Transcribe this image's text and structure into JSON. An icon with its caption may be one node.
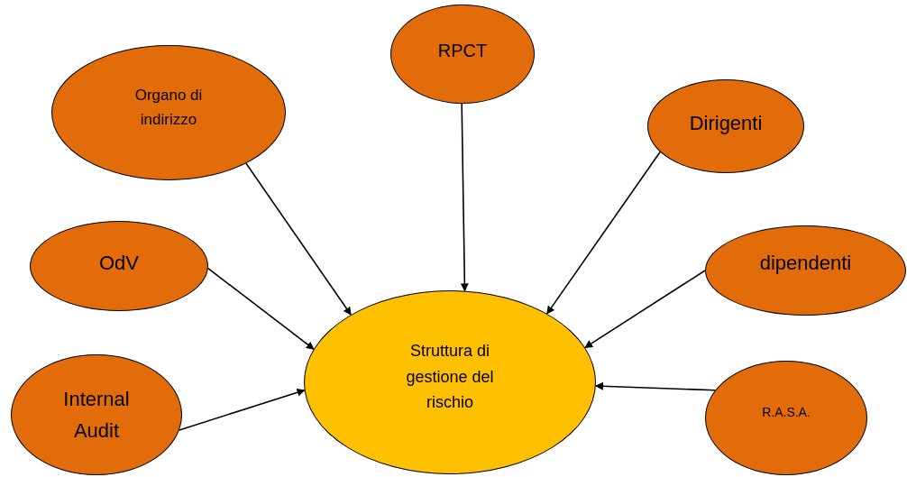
{
  "diagram": {
    "nodes": [
      {
        "text": [
          "RPCT"
        ]
      },
      {
        "text": [
          "Organo di indirizzo"
        ]
      },
      {
        "text": [
          "Dirigenti"
        ]
      },
      {
        "text": [
          "OdV"
        ]
      },
      {
        "text": [
          "dipendenti"
        ]
      },
      {
        "text": [
          "Struttura di gestione del rischio"
        ]
      },
      {
        "text": [
          "Internal Audit"
        ]
      },
      {
        "text": [
          "R.A.S.A."
        ]
      }
    ],
    "edges": [
      {
        "from": 0,
        "to": 5,
        "arrow": "to"
      },
      {
        "from": 1,
        "to": 5,
        "arrow": "to"
      },
      {
        "from": 2,
        "to": 5,
        "arrow": "to"
      },
      {
        "from": 3,
        "to": 5,
        "arrow": "to"
      },
      {
        "from": 4,
        "to": 5,
        "arrow": "to"
      },
      {
        "from": 6,
        "to": 5,
        "arrow": "to"
      },
      {
        "from": 7,
        "to": 5,
        "arrow": "to"
      }
    ]
  }
}
